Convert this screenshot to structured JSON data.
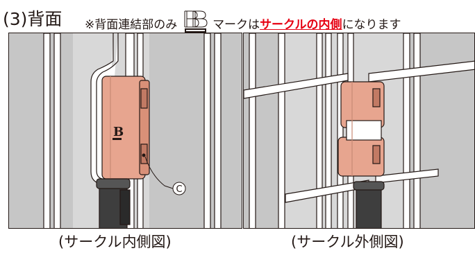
{
  "heading": {
    "title": "(3)背面",
    "note_prefix": "※背面連結部のみ",
    "logo_icon": "combi-b-logo-icon",
    "note_middle": "マークは",
    "note_emphasis": "サークルの内側",
    "note_suffix": "になります"
  },
  "figures": [
    {
      "caption": "(サークル内側図)",
      "callout": "C"
    },
    {
      "caption": "(サークル外側図)"
    }
  ],
  "colors": {
    "text": "#231815",
    "emphasis": "#e60012",
    "connector": "#e7a58f",
    "panel_background": "#c8c8c8",
    "bars": "#ffffff",
    "post": "#3e3e3e"
  }
}
